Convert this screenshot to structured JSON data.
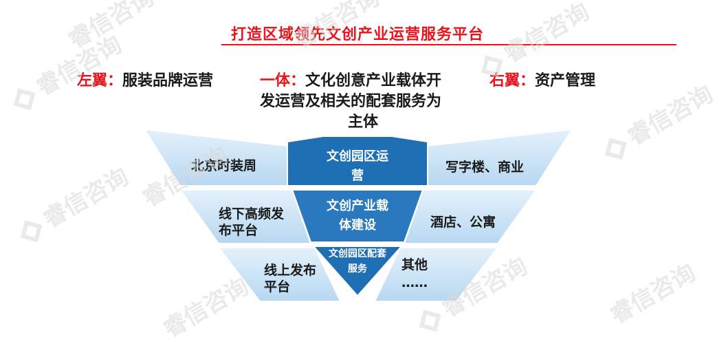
{
  "title": "打造区域领先文创产业运营服务平台",
  "wings": {
    "left": {
      "key": "左翼：",
      "text": "服装品牌运营"
    },
    "middle": {
      "key": "一体：",
      "line1": "文化创意产业载体开",
      "line2": "发运营及相关的配套服务为",
      "line3": "主体"
    },
    "right": {
      "key": "右翼：",
      "text": "资产管理"
    }
  },
  "left_items": [
    "北京时装周",
    "线下高频发",
    "布平台",
    "线上发布",
    "平台"
  ],
  "right_items": [
    "写字楼、商业",
    "酒店、公寓",
    "其他",
    "……"
  ],
  "core": {
    "top_line1": "文创园区运",
    "top_line2": "营",
    "mid_line1": "文创产业载",
    "mid_line2": "体建设",
    "bottom_line1": "文创园区配套",
    "bottom_line2": "服务"
  },
  "watermark": "睿信咨询",
  "colors": {
    "accent": "#e8141b",
    "core_blue": "#1f6fb5",
    "light_blue": "#bfdcf2"
  }
}
